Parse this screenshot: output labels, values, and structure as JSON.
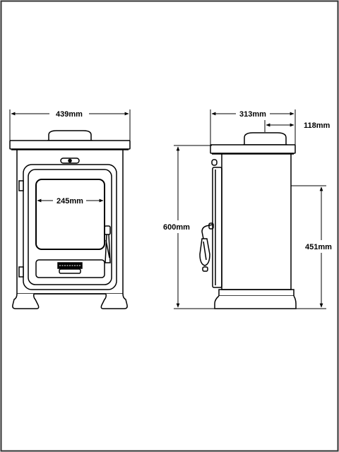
{
  "dimensions": {
    "front_width": "439mm",
    "glass_width": "245mm",
    "side_depth": "313mm",
    "flue_offset": "118mm",
    "total_height": "600mm",
    "flue_height": "451mm"
  },
  "colors": {
    "line": "#000000",
    "background": "#ffffff",
    "frame": "#333333"
  }
}
